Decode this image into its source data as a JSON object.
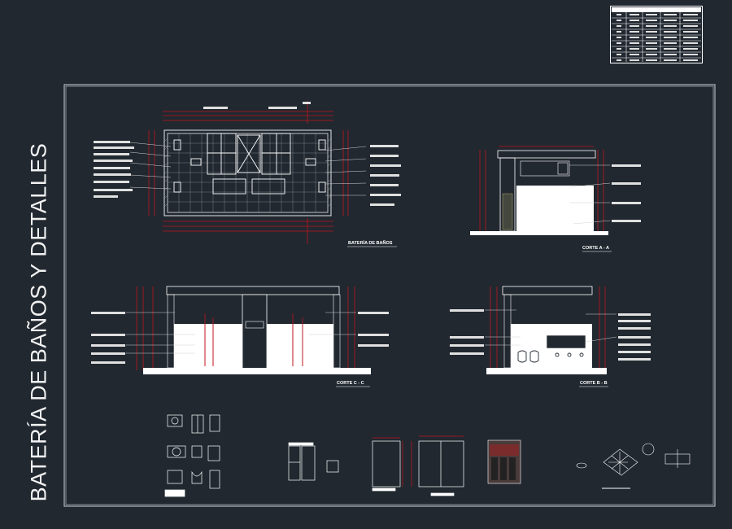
{
  "sheet": {
    "title": "BATERÍA DE BAÑOS Y DETALLES",
    "background": "#212830",
    "line_color": "#ffffff",
    "dimension_color": "#c0141e",
    "accent_yellow": "#d4c47a"
  },
  "views": {
    "plan": {
      "label": "BATERÍA DE BAÑOS"
    },
    "section_a": {
      "label": "CORTE A - A"
    },
    "section_c": {
      "label": "CORTE C - C"
    },
    "section_b": {
      "label": "CORTE B - B"
    }
  },
  "legend_table": {
    "rows": 9,
    "columns": 5
  }
}
